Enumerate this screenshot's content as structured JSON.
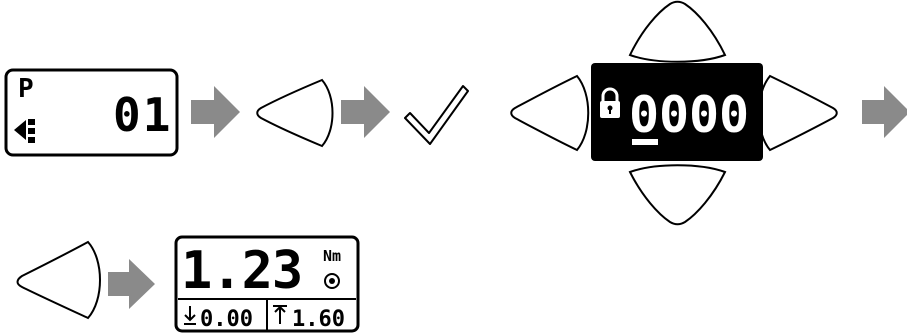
{
  "panel_program": {
    "mode_letter": "P",
    "program_number": "01"
  },
  "panel_lock": {
    "code": [
      "0",
      "0",
      "0",
      "0"
    ]
  },
  "panel_torque": {
    "value": "1.23",
    "unit": "Nm",
    "lower_limit": "0.00",
    "upper_limit": "1.60"
  },
  "icons": {
    "arrow": "right-arrow-icon",
    "left_button": "left-button-icon",
    "right_button": "right-button-icon",
    "up_button": "up-button-icon",
    "down_button": "down-button-icon",
    "check": "check-icon",
    "lock": "lock-icon",
    "target": "target-icon",
    "lower_limit": "lower-limit-icon",
    "upper_limit": "upper-limit-icon",
    "tool": "tool-icon"
  },
  "colors": {
    "arrow": "#8a8a8a",
    "lcd_ink": "#000000",
    "lcd_inverse_bg": "#000000"
  }
}
